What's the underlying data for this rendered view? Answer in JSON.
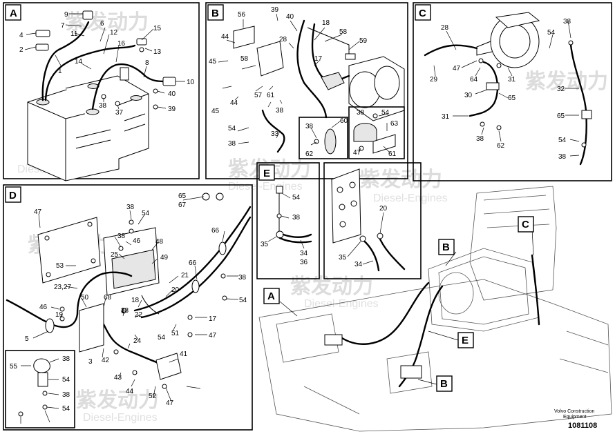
{
  "panels": [
    {
      "id": "A",
      "label": "A",
      "callouts": [
        "9",
        "7",
        "6",
        "11",
        "4",
        "12",
        "15",
        "2",
        "16",
        "13",
        "1",
        "8",
        "14",
        "10",
        "40",
        "38",
        "37",
        "39"
      ]
    },
    {
      "id": "B",
      "label": "B",
      "callouts": [
        "39",
        "56",
        "40",
        "18",
        "44",
        "28",
        "58",
        "45",
        "58",
        "59",
        "17",
        "57",
        "61",
        "45",
        "44",
        "38",
        "33",
        "54",
        "38",
        "60",
        "38",
        "62",
        "38",
        "54",
        "63",
        "47",
        "61"
      ]
    },
    {
      "id": "C",
      "label": "C",
      "callouts": [
        "28",
        "38",
        "54",
        "47",
        "29",
        "64",
        "31",
        "30",
        "65",
        "32",
        "31",
        "65",
        "38",
        "62",
        "54",
        "38"
      ]
    },
    {
      "id": "D",
      "label": "D",
      "callouts": [
        "65",
        "67",
        "47",
        "38",
        "54",
        "66",
        "38",
        "46",
        "48",
        "25",
        "49",
        "53",
        "21",
        "66",
        "38",
        "23,27",
        "50",
        "68",
        "20",
        "54",
        "46",
        "18",
        "38",
        "17",
        "19",
        "22",
        "54",
        "51",
        "47",
        "5",
        "1",
        "24",
        "3",
        "42",
        "43",
        "41",
        "44",
        "52",
        "47",
        "55",
        "38",
        "54",
        "38",
        "54"
      ]
    },
    {
      "id": "E",
      "label": "E",
      "callouts": [
        "54",
        "38",
        "35",
        "34",
        "36"
      ]
    }
  ],
  "detail_callouts": [
    "20",
    "35",
    "34"
  ],
  "overview_labels": [
    "A",
    "B",
    "C",
    "E",
    "B"
  ],
  "watermark": {
    "cn": "紫发动力",
    "en": "Diesel-Engines"
  },
  "credit": {
    "line1": "Volvo Construction",
    "line2": "Equipment"
  },
  "document_number": "1081108"
}
